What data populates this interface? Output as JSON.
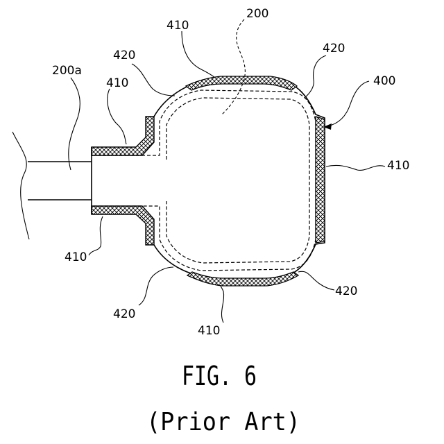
{
  "figure": {
    "title": "FIG. 6",
    "subtitle": "(Prior Art)"
  },
  "labels": {
    "ref_200": "200",
    "ref_200a": "200a",
    "ref_400": "400",
    "ref_410_top": "410",
    "ref_410_neck_top": "410",
    "ref_410_right": "410",
    "ref_410_neck_bottom": "410",
    "ref_410_bottom": "410",
    "ref_420_top_left": "420",
    "ref_420_top_right": "420",
    "ref_420_bottom_left": "420",
    "ref_420_bottom_right": "420"
  }
}
